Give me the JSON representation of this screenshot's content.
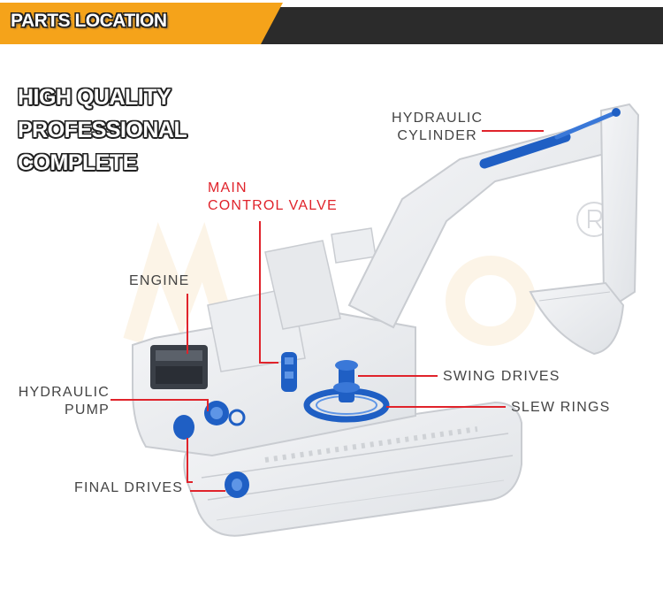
{
  "header": {
    "title": "PARTS LOCATION",
    "accent_color": "#f5a31a",
    "bar_color": "#2b2b2b"
  },
  "taglines": [
    "HIGH QUALITY",
    "PROFESSIONAL",
    "COMPLETE"
  ],
  "labels": {
    "hydraulic_cylinder": [
      "HYDRAULIC",
      "CYLINDER"
    ],
    "main_control_valve": [
      "MAIN",
      "CONTROL VALVE"
    ],
    "engine": "ENGINE",
    "hydraulic_pump": [
      "HYDRAULIC",
      "PUMP"
    ],
    "final_drives": "FINAL DRIVES",
    "swing_drives": "SWING DRIVES",
    "slew_rings": "SLEW RINGS"
  },
  "colors": {
    "leader_line": "#e0232b",
    "part_highlight": "#1f5fc4",
    "machine_outline": "#c9ccd1"
  },
  "illustration": "excavator-illustration"
}
